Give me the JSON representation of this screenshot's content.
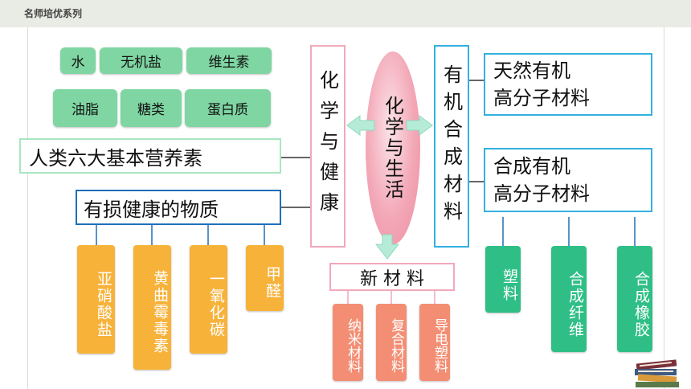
{
  "header": {
    "series_title": "名师培优系列"
  },
  "center": {
    "label": "化学与生活"
  },
  "health": {
    "title": "化学与健康",
    "nutrients_box": "人类六大基本营养素",
    "harmful_box": "有损健康的物质",
    "nutrients": [
      "水",
      "无机盐",
      "维生素",
      "油脂",
      "糖类",
      "蛋白质"
    ],
    "harmful": [
      "亚硝酸盐",
      "黄曲霉毒素",
      "一氧化碳",
      "甲醛"
    ]
  },
  "materials": {
    "title": "有机合成材料",
    "natural_polymer": "天然有机\n高分子材料",
    "synthetic_polymer": "合成有机\n高分子材料",
    "synthetic_items": [
      "塑料",
      "合成纤维",
      "合成橡胶"
    ]
  },
  "new_materials": {
    "title": "新 材 料",
    "items": [
      "纳米材料",
      "复合材料",
      "导电塑料"
    ]
  },
  "colors": {
    "green": "#7fd6a2",
    "orange": "#f7b23a",
    "salmon": "#f38e74",
    "teal": "#2fbf86",
    "pink": "#f0a9ba",
    "cyan": "#34b0e0",
    "blue": "#1f6fb8"
  },
  "icons": [
    "book-stack-icon",
    "left-arrow-icon",
    "right-arrow-icon",
    "down-arrow-icon"
  ]
}
